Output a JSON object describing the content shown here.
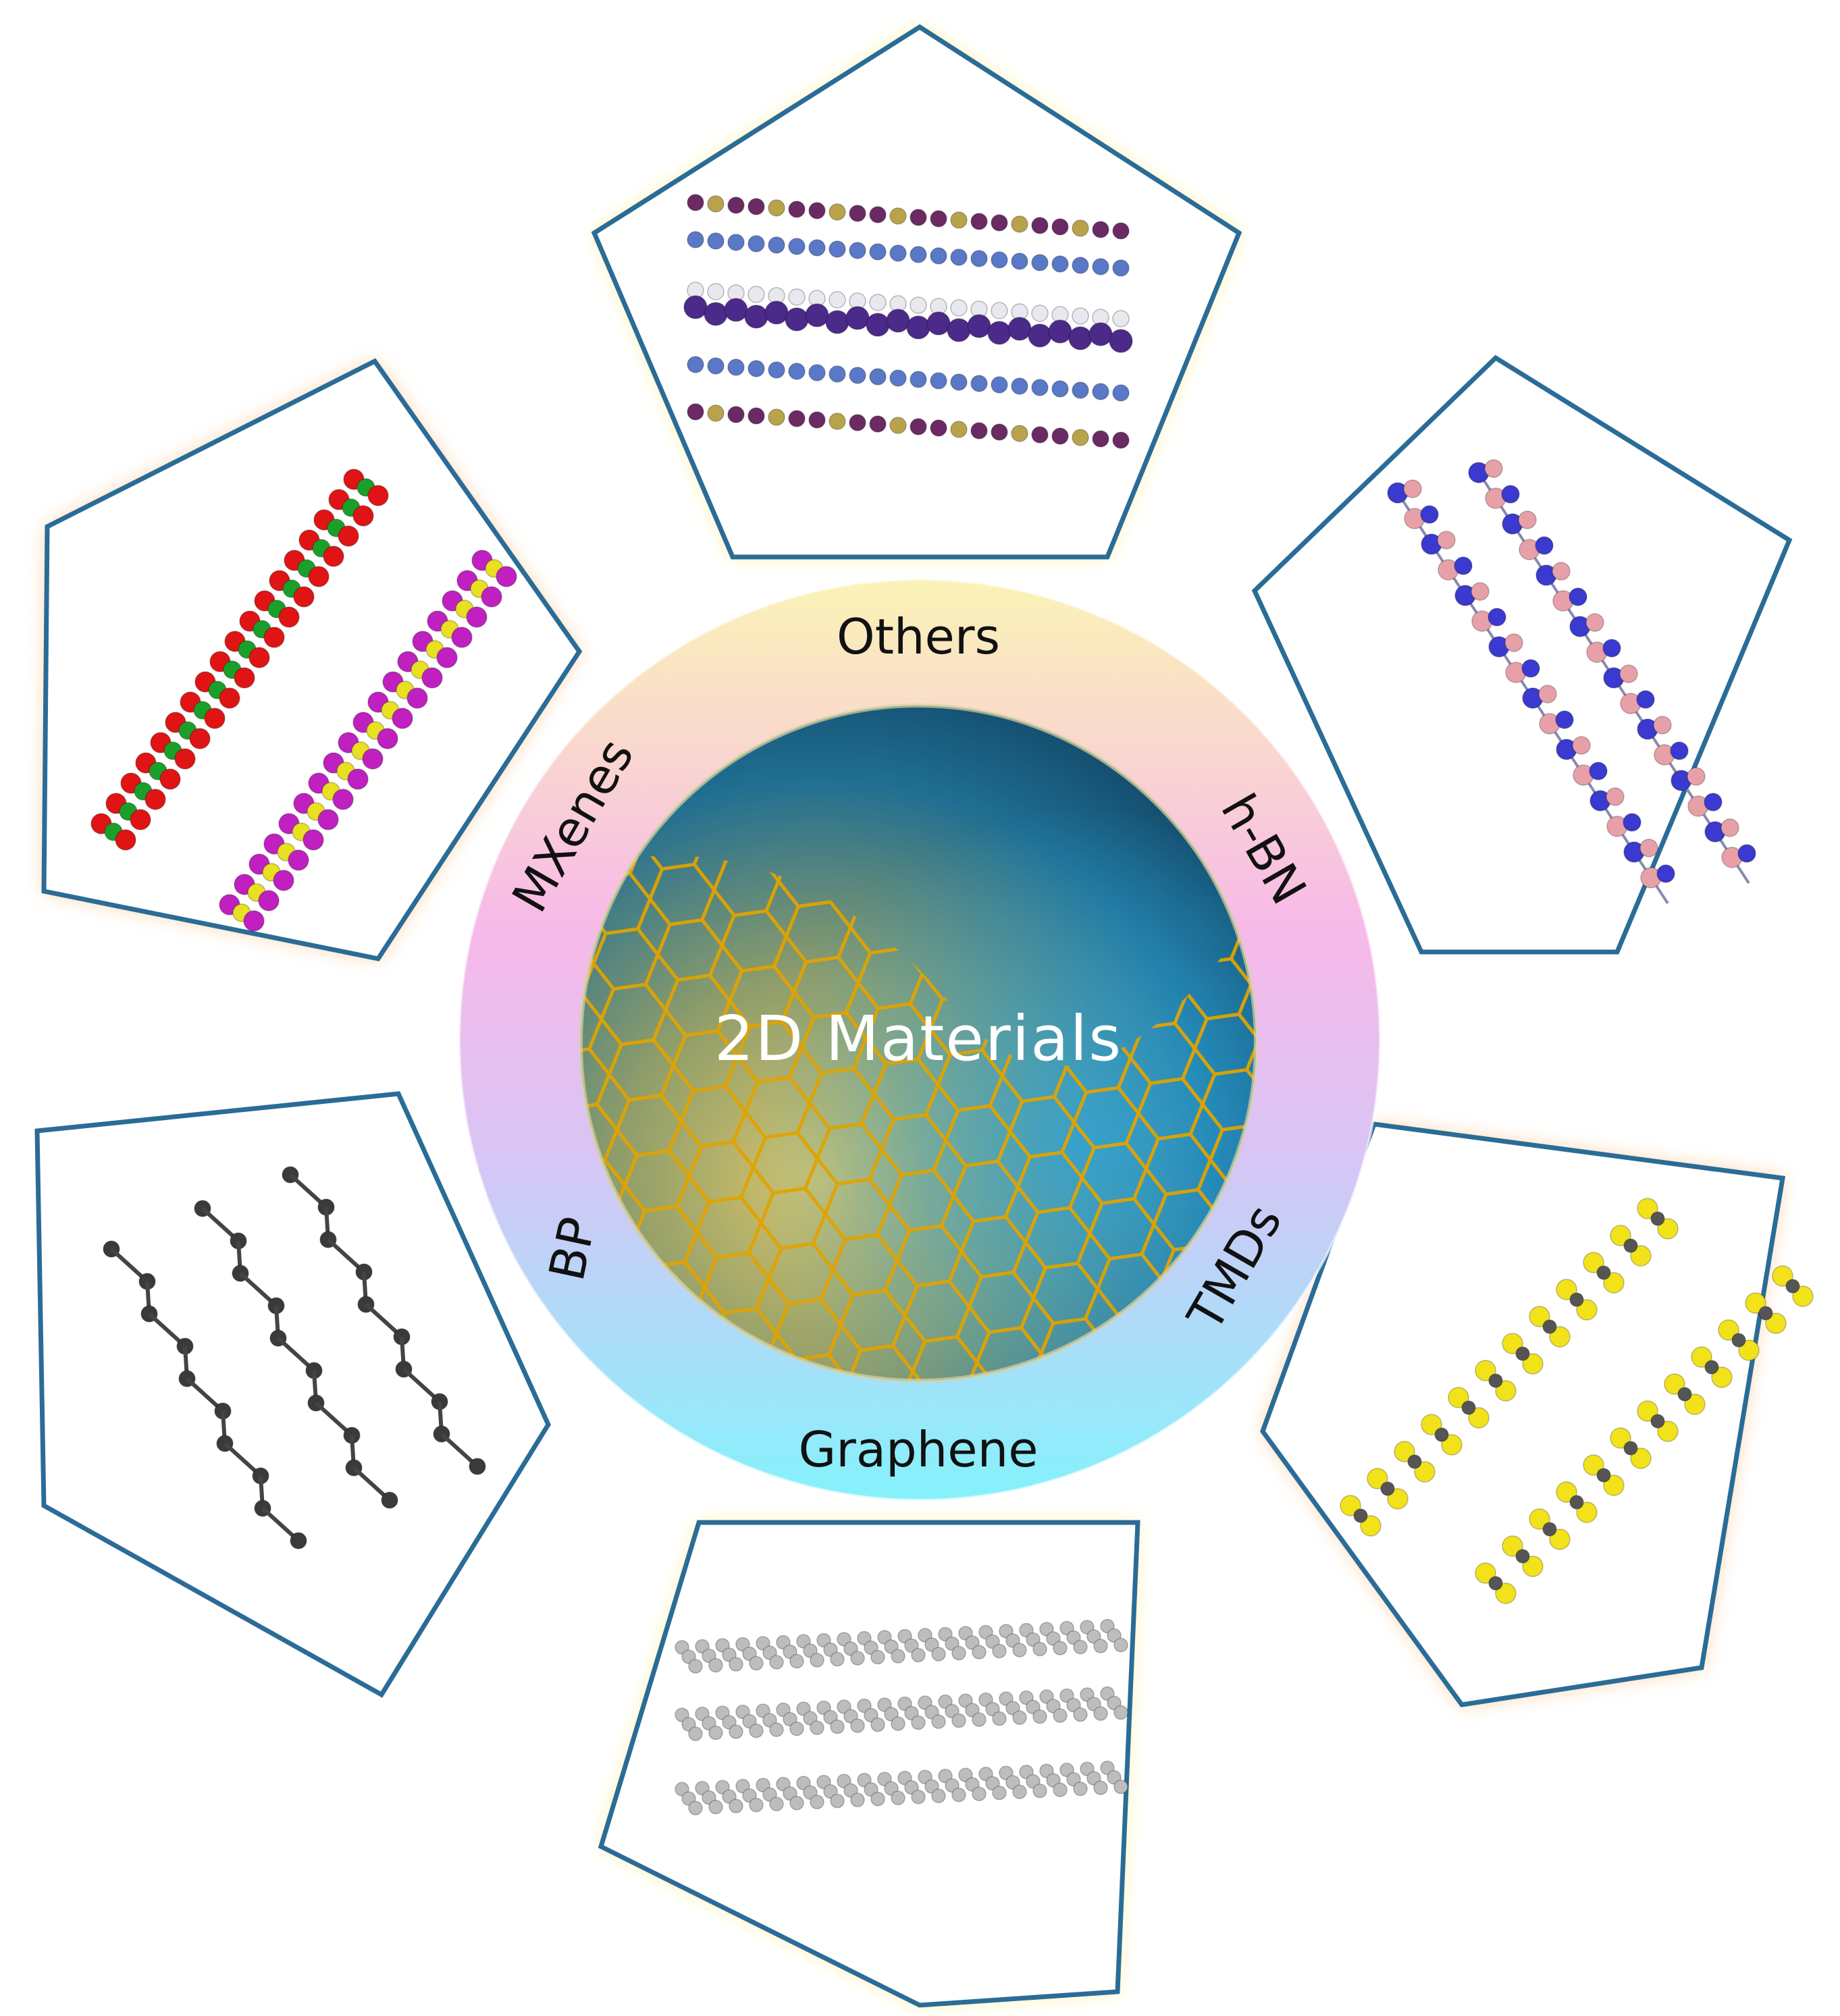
{
  "center": {
    "title": "2D  Materials"
  },
  "ring_labels": {
    "top": "Others",
    "upper_right": "h-BN",
    "lower_right": "TMDs",
    "bottom": "Graphene",
    "lower_left": "BP",
    "upper_left": "MXenes"
  },
  "colors": {
    "blue_frame": "#2a6c97",
    "gold_frame": "#2a6c97",
    "glow_yellow": "#fff2a8",
    "glow_orange": "#ffcfa0",
    "ring_yellow": "#fbf1b2",
    "ring_pink": "#f6b5ec",
    "ring_lavender": "#d8c3f6",
    "ring_cyan": "#86f1fb",
    "graphene_line": "#e0a300"
  },
  "panels": [
    {
      "id": "others",
      "icon": "layered-heterostructure-icon"
    },
    {
      "id": "hbn",
      "icon": "hbn-lattice-icon"
    },
    {
      "id": "tmds",
      "icon": "tmd-lattice-icon"
    },
    {
      "id": "graphene",
      "icon": "graphene-layers-icon"
    },
    {
      "id": "bp",
      "icon": "black-phosphorus-icon"
    },
    {
      "id": "mxenes",
      "icon": "mxene-lattice-icon"
    }
  ]
}
